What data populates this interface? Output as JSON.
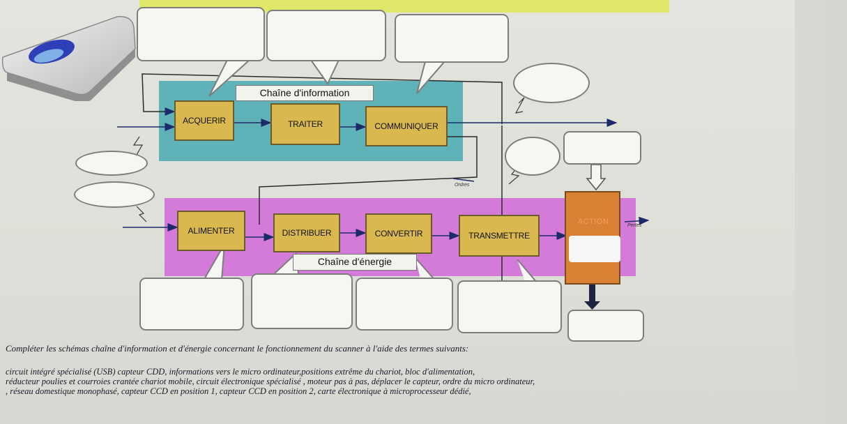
{
  "diagram": {
    "info_chain": {
      "label": "Chaîne d'information",
      "functions": [
        "ACQUERIR",
        "TRAITER",
        "COMMUNIQUER"
      ]
    },
    "energy_chain": {
      "label": "Chaîne d'énergie",
      "functions": [
        "ALIMENTER",
        "DISTRIBUER",
        "CONVERTIR",
        "TRANSMETTRE"
      ]
    },
    "action_label": "ACTION",
    "ordres_label": "Ordres",
    "exit_label": "Pertes"
  },
  "instructions": {
    "prompt": "Compléter les schémas chaîne d'information et d'énergie concernant le fonctionnement du scanner à l'aide des termes suivants:",
    "terms_lines": [
      "circuit intégré spécialisé (USB) capteur CDD, informations vers le micro ordinateur,positions extrême du chariot,  bloc d'alimentation,",
      "réducteur poulies et courroies crantée chariot mobile, circuit électronique spécialisé , moteur pas à pas, déplacer le capteur, ordre du micro ordinateur,",
      ", réseau domestique monophasé, capteur CCD en position 1, capteur CCD en position 2, carte électronique à microprocesseur dédié,"
    ]
  },
  "colors": {
    "info_band": "#5fb2b8",
    "energy_band": "#d47ad8",
    "function_box": "#d9b850",
    "action_block": "#d98236",
    "title_strip": "#dfe86a"
  }
}
